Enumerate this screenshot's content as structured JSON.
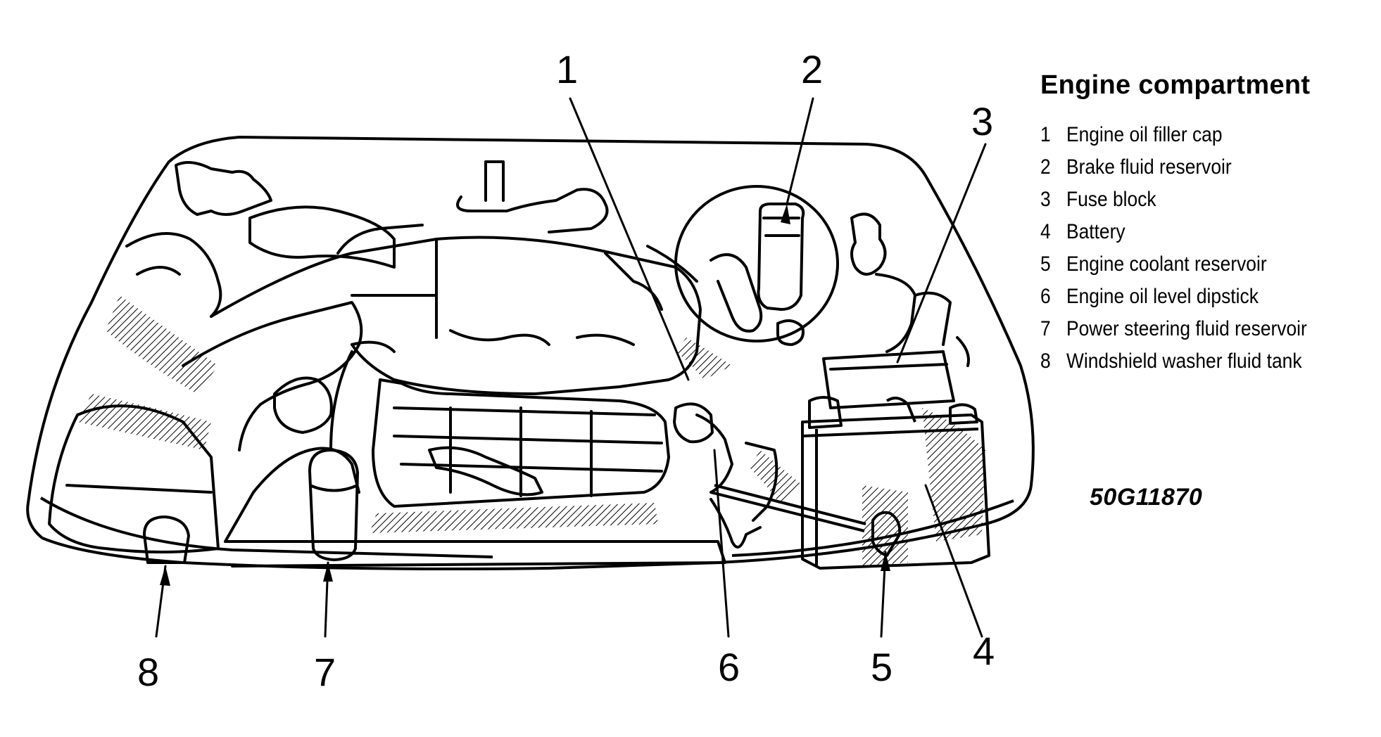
{
  "title": "Engine compartment",
  "reference_code": "50G11870",
  "legend": [
    {
      "num": "1",
      "label": "Engine oil filler cap"
    },
    {
      "num": "2",
      "label": "Brake fluid reservoir"
    },
    {
      "num": "3",
      "label": "Fuse block"
    },
    {
      "num": "4",
      "label": "Battery"
    },
    {
      "num": "5",
      "label": "Engine coolant reservoir"
    },
    {
      "num": "6",
      "label": "Engine oil level dipstick"
    },
    {
      "num": "7",
      "label": "Power steering fluid reservoir"
    },
    {
      "num": "8",
      "label": "Windshield washer fluid tank"
    }
  ],
  "callouts": [
    "1",
    "2",
    "3",
    "4",
    "5",
    "6",
    "7",
    "8"
  ]
}
